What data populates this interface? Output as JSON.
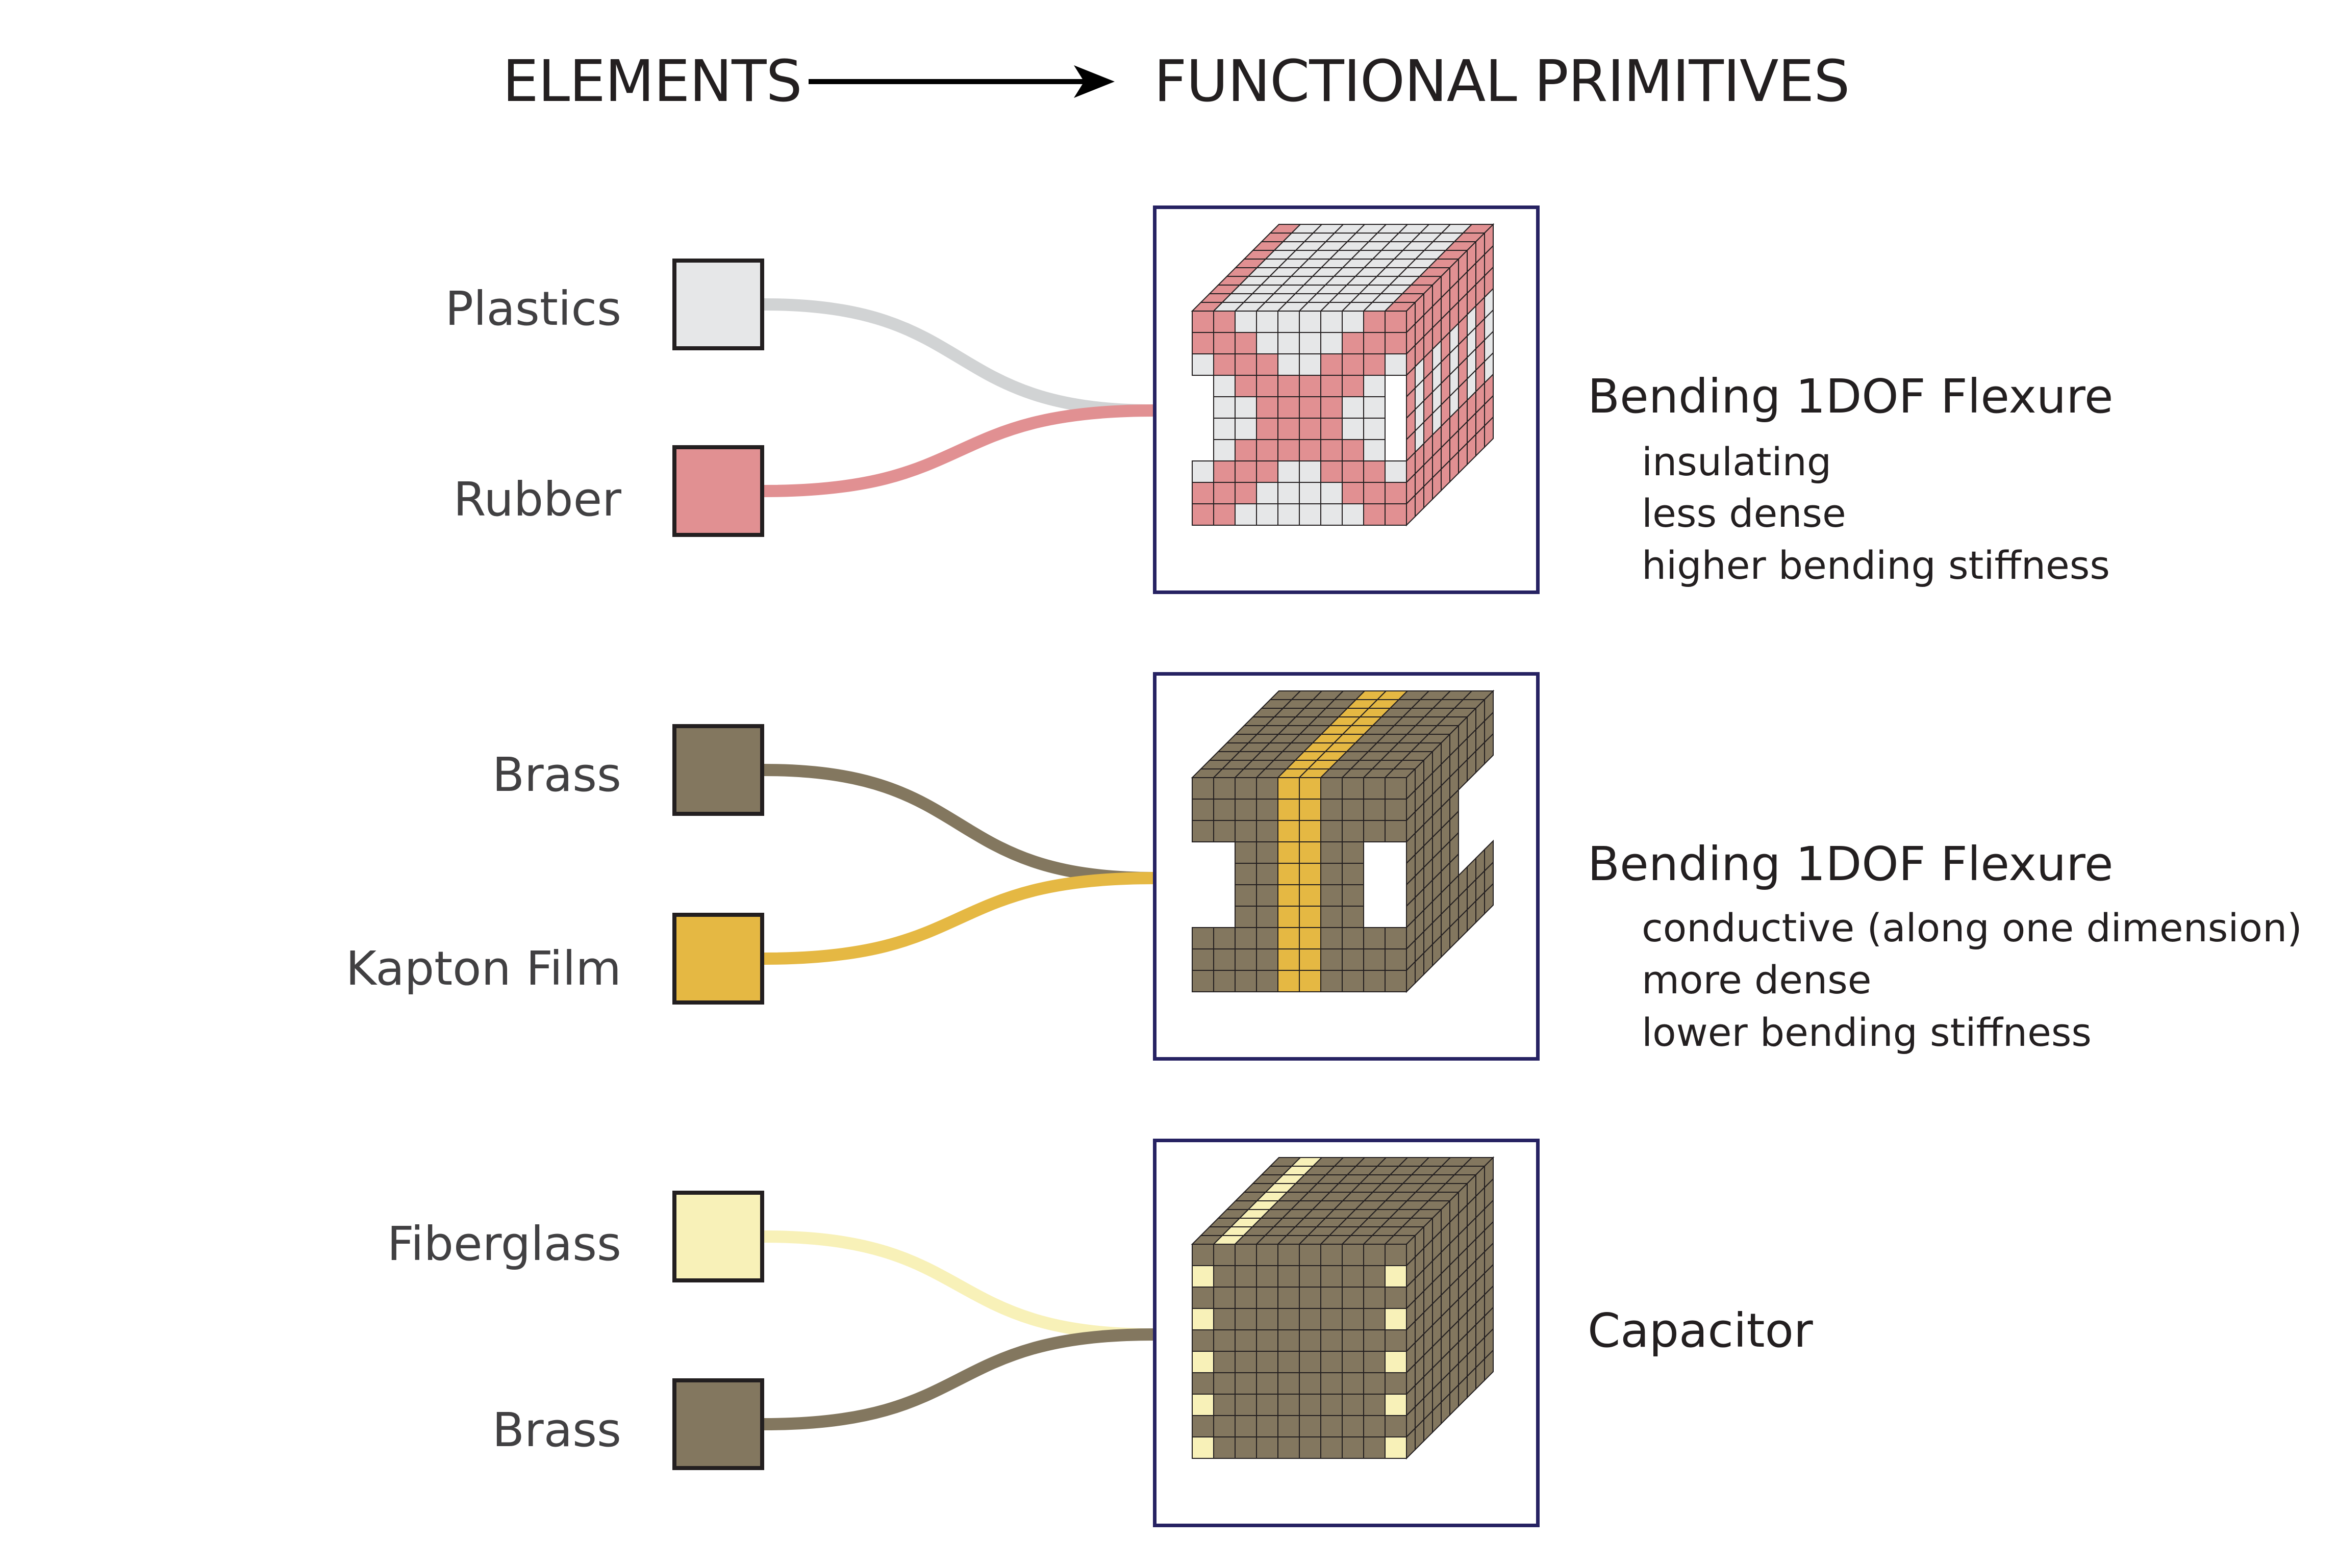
{
  "header": {
    "elements": "ELEMENTS",
    "primitives": "FUNCTIONAL PRIMITIVES"
  },
  "colors": {
    "plastics": "#e6e7e8",
    "rubber": "#e19092",
    "brass": "#83775f",
    "kapton": "#e5b843",
    "fiberglass": "#f8f1b8",
    "frame": "#262262"
  },
  "rows": [
    {
      "elements": [
        {
          "label": "Plastics",
          "color": "#e6e7e8",
          "wire": "#d1d3d4"
        },
        {
          "label": "Rubber",
          "color": "#e19092",
          "wire": "#e19092"
        }
      ],
      "primitive": {
        "title": "Bending 1DOF Flexure",
        "properties": [
          "insulating",
          "less dense",
          "higher bending stiffness"
        ],
        "icon": "flexure-voxel-icon"
      }
    },
    {
      "elements": [
        {
          "label": "Brass",
          "color": "#83775f",
          "wire": "#83775f"
        },
        {
          "label": "Kapton Film",
          "color": "#e5b843",
          "wire": "#e5b843"
        }
      ],
      "primitive": {
        "title": "Bending 1DOF Flexure",
        "properties": [
          "conductive (along one dimension)",
          "more dense",
          "lower bending stiffness"
        ],
        "icon": "flexure-voxel-icon"
      }
    },
    {
      "elements": [
        {
          "label": "Fiberglass",
          "color": "#f8f1b8",
          "wire": "#f8f1b8"
        },
        {
          "label": "Brass",
          "color": "#83775f",
          "wire": "#83775f"
        }
      ],
      "primitive": {
        "title": "Capacitor",
        "properties": [],
        "icon": "capacitor-voxel-icon"
      }
    }
  ]
}
